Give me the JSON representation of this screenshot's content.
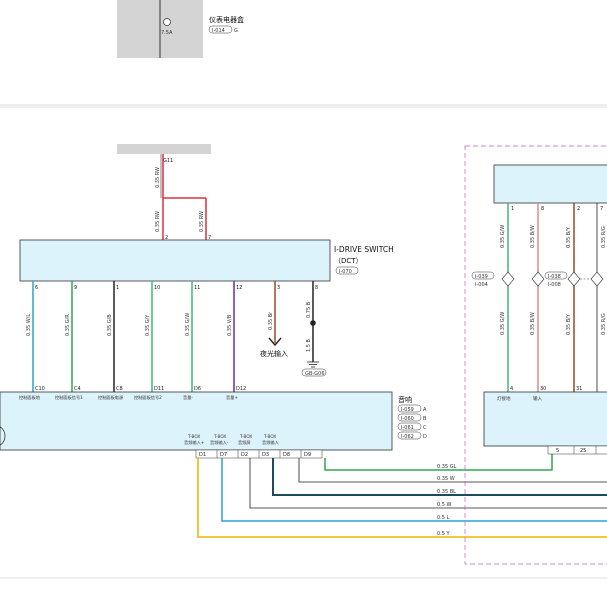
{
  "colors": {
    "box_fill": "#ddf3fb",
    "box_stroke": "#333333",
    "fuse_fill": "#d4d4d4",
    "frame_dash": "#c060c0",
    "wire_red": "#e0303a",
    "wire_lightblue": "#2aa0d8",
    "wire_green": "#2ea84e",
    "wire_black": "#222222",
    "wire_lightgreen": "#40b870",
    "wire_purple": "#6a2c9a",
    "wire_brown": "#9a4a1c",
    "wire_pink": "#e08a90",
    "wire_yellow": "#f0c020",
    "wire_blue": "#1a6ac8",
    "wire_darkteal": "#1c4a5e",
    "wire_teal": "#1aa6a6"
  },
  "top": {
    "fuse_label": "7.5A",
    "box_name": "仪表电器盒",
    "box_ref": "I-014",
    "box_ref_pin": "G"
  },
  "power": {
    "pin": "G11",
    "wire_up": "0.35 RW",
    "wire_left": "0.35 RW",
    "wire_right": "0.35 RW"
  },
  "switch": {
    "name": "I-DRIVE SWITCH",
    "sub": "（DCT）",
    "ref": "I-070",
    "top_pins": [
      "2",
      "7"
    ],
    "bottom_pins": [
      "6",
      "9",
      "1",
      "10",
      "11",
      "12",
      "3",
      "8"
    ],
    "wires": [
      "0.35 W/L",
      "0.35 G/R",
      "0.35 G/B",
      "0.35 G/Y",
      "0.35 G/W",
      "0.35 V/B",
      "0.35 Br",
      "0.75 B"
    ],
    "ground_wire": "1.5 B",
    "ground_ref": "GB-G06",
    "night_label": "夜光输入"
  },
  "audio": {
    "name": "音响",
    "refs": [
      {
        "ref": "I-059",
        "pin": "A"
      },
      {
        "ref": "I-060",
        "pin": "B"
      },
      {
        "ref": "I-061",
        "pin": "C"
      },
      {
        "ref": "I-062",
        "pin": "D"
      }
    ],
    "top_pins": [
      "C10",
      "C4",
      "C8",
      "D11",
      "D6",
      "D12"
    ],
    "top_labels": [
      "控制面板地",
      "控制面板信号1",
      "控制面板电源",
      "控制面板信号2",
      "音量-",
      "音量+"
    ],
    "bottom_pins": [
      "D1",
      "D7",
      "D2",
      "D3",
      "D8",
      "D9"
    ],
    "bottom_labels": [
      [
        "T-BOX",
        "音频输入+"
      ],
      [
        "T-BOX",
        "音频输入-"
      ],
      [
        "T-BOX",
        "音频屏"
      ],
      [
        "T-BOX",
        "音频输入"
      ]
    ]
  },
  "bus": [
    "0.35 GL",
    "0.35 W",
    "0.35 BL",
    "0.5 W",
    "0.5 L",
    "0.5 Y"
  ],
  "right_module": {
    "top_pins": [
      "1",
      "8",
      "2",
      "7"
    ],
    "wires_top": [
      "0.35 G/W",
      "0.35 B/W",
      "0.35 B/Y",
      "0.35 R/G"
    ],
    "wires_bottom": [
      "0.35 G/W",
      "0.35 B/W",
      "0.35 B/Y",
      "0.35 R/G"
    ],
    "bottom_pins": [
      "4",
      "30",
      "31"
    ],
    "labels": [
      "灯接地",
      "输入"
    ],
    "conn_refs": [
      {
        "ref": "I-039",
        "sub": "I-004"
      },
      {
        "ref": "I-038",
        "sub": "I-008"
      }
    ],
    "bus_pins": [
      "5",
      "25"
    ]
  }
}
